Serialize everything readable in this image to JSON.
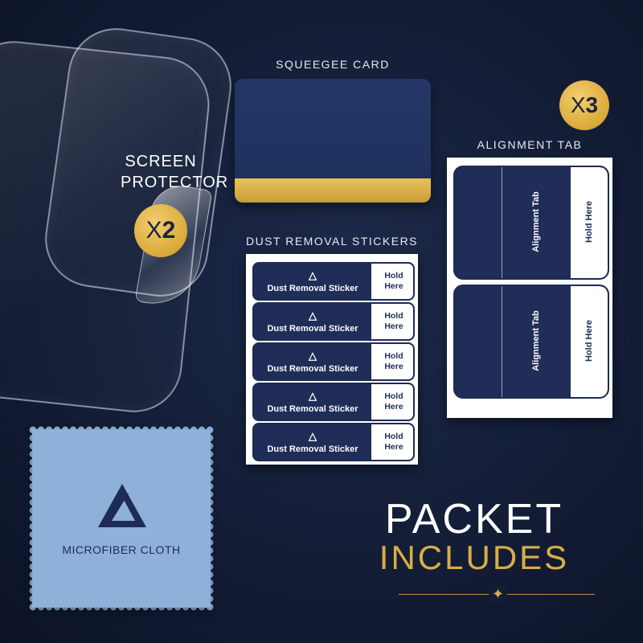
{
  "screen_protector": {
    "label_line1": "SCREEN",
    "label_line2": "PROTECTOR",
    "count_prefix": "X",
    "count": "2"
  },
  "squeegee": {
    "label": "SQUEEGEE CARD",
    "colors": {
      "card": "#223564",
      "stripe": "#d9ae44"
    }
  },
  "alignment": {
    "label": "ALIGNMENT TAB",
    "count_prefix": "X",
    "count": "3",
    "tabs": [
      {
        "tab_text": "Alignment Tab",
        "hold_text": "Hold Here"
      },
      {
        "tab_text": "Alignment Tab",
        "hold_text": "Hold Here"
      }
    ]
  },
  "dust": {
    "label": "DUST REMOVAL STICKERS",
    "stickers": [
      {
        "text": "Dust Removal Sticker",
        "hold_1": "Hold",
        "hold_2": "Here"
      },
      {
        "text": "Dust Removal Sticker",
        "hold_1": "Hold",
        "hold_2": "Here"
      },
      {
        "text": "Dust Removal Sticker",
        "hold_1": "Hold",
        "hold_2": "Here"
      },
      {
        "text": "Dust Removal Sticker",
        "hold_1": "Hold",
        "hold_2": "Here"
      },
      {
        "text": "Dust Removal Sticker",
        "hold_1": "Hold",
        "hold_2": "Here"
      }
    ]
  },
  "cloth": {
    "label": "MICROFIBER CLOTH",
    "color": "#8fb0d9"
  },
  "headline": {
    "line1": "PACKET",
    "line2": "INCLUDES",
    "accent": "#d9ae44"
  }
}
